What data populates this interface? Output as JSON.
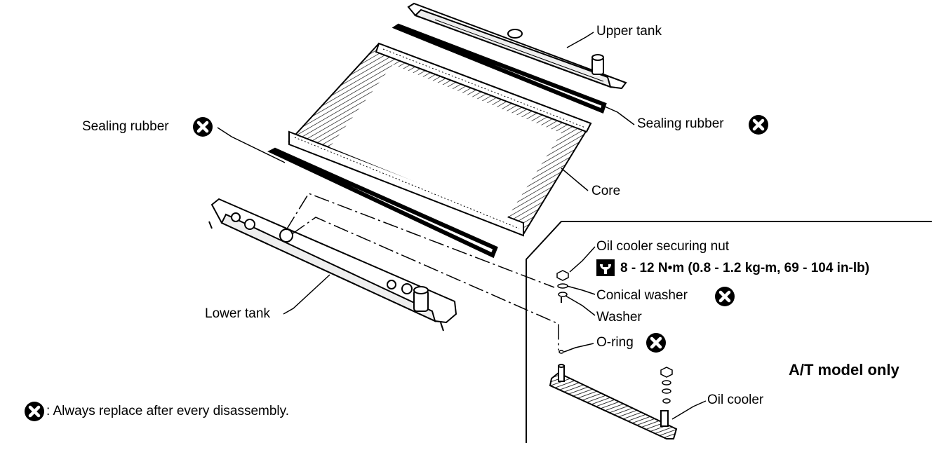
{
  "labels": {
    "upper_tank": "Upper tank",
    "sealing_rubber_right": "Sealing rubber",
    "sealing_rubber_left": "Sealing rubber",
    "core": "Core",
    "lower_tank": "Lower tank",
    "oil_cooler_securing_nut": "Oil cooler securing nut",
    "torque_spec": "8 - 12 N•m (0.8 - 1.2 kg-m, 69 - 104 in-lb)",
    "conical_washer": "Conical washer",
    "washer": "Washer",
    "o_ring": "O-ring",
    "at_model_only": "A/T model only",
    "oil_cooler": "Oil cooler"
  },
  "legend": {
    "text": ": Always replace after every disassembly."
  },
  "icons": {
    "replace_marker": "x-circle-icon",
    "torque": "torque-wrench-icon"
  }
}
